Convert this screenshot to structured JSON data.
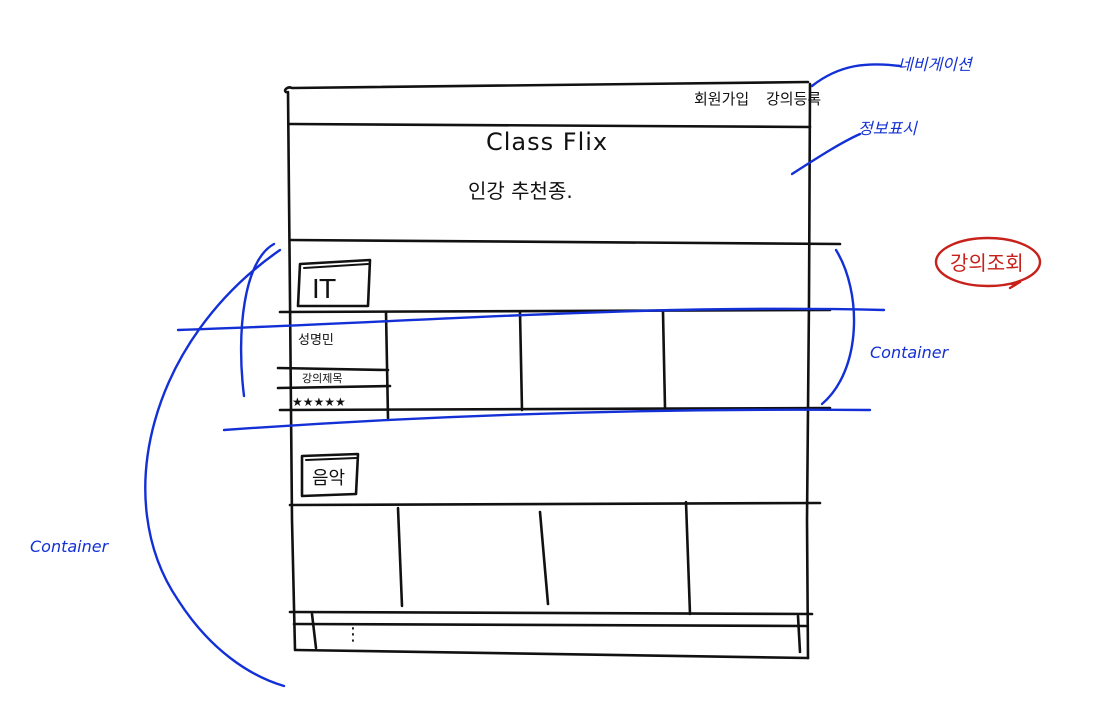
{
  "nav": {
    "signup": "회원가입",
    "register_course": "강의등록"
  },
  "hero": {
    "title": "Class Flix",
    "subtitle": "인강 추천종."
  },
  "sections": [
    {
      "tag": "IT",
      "card": {
        "instructor": "성명민",
        "course_name": "강의제목",
        "rating": "★★★★★"
      }
    },
    {
      "tag": "음악"
    }
  ],
  "footer": {
    "more": "⋮"
  },
  "annotations": {
    "navbar": "네비게이션",
    "info": "정보표시",
    "container_right": "Container",
    "container_left": "Container",
    "course_lookup": "강의조회"
  },
  "colors": {
    "ink": "#111111",
    "annotation": "#1330d6",
    "highlight": "#c8201b"
  }
}
